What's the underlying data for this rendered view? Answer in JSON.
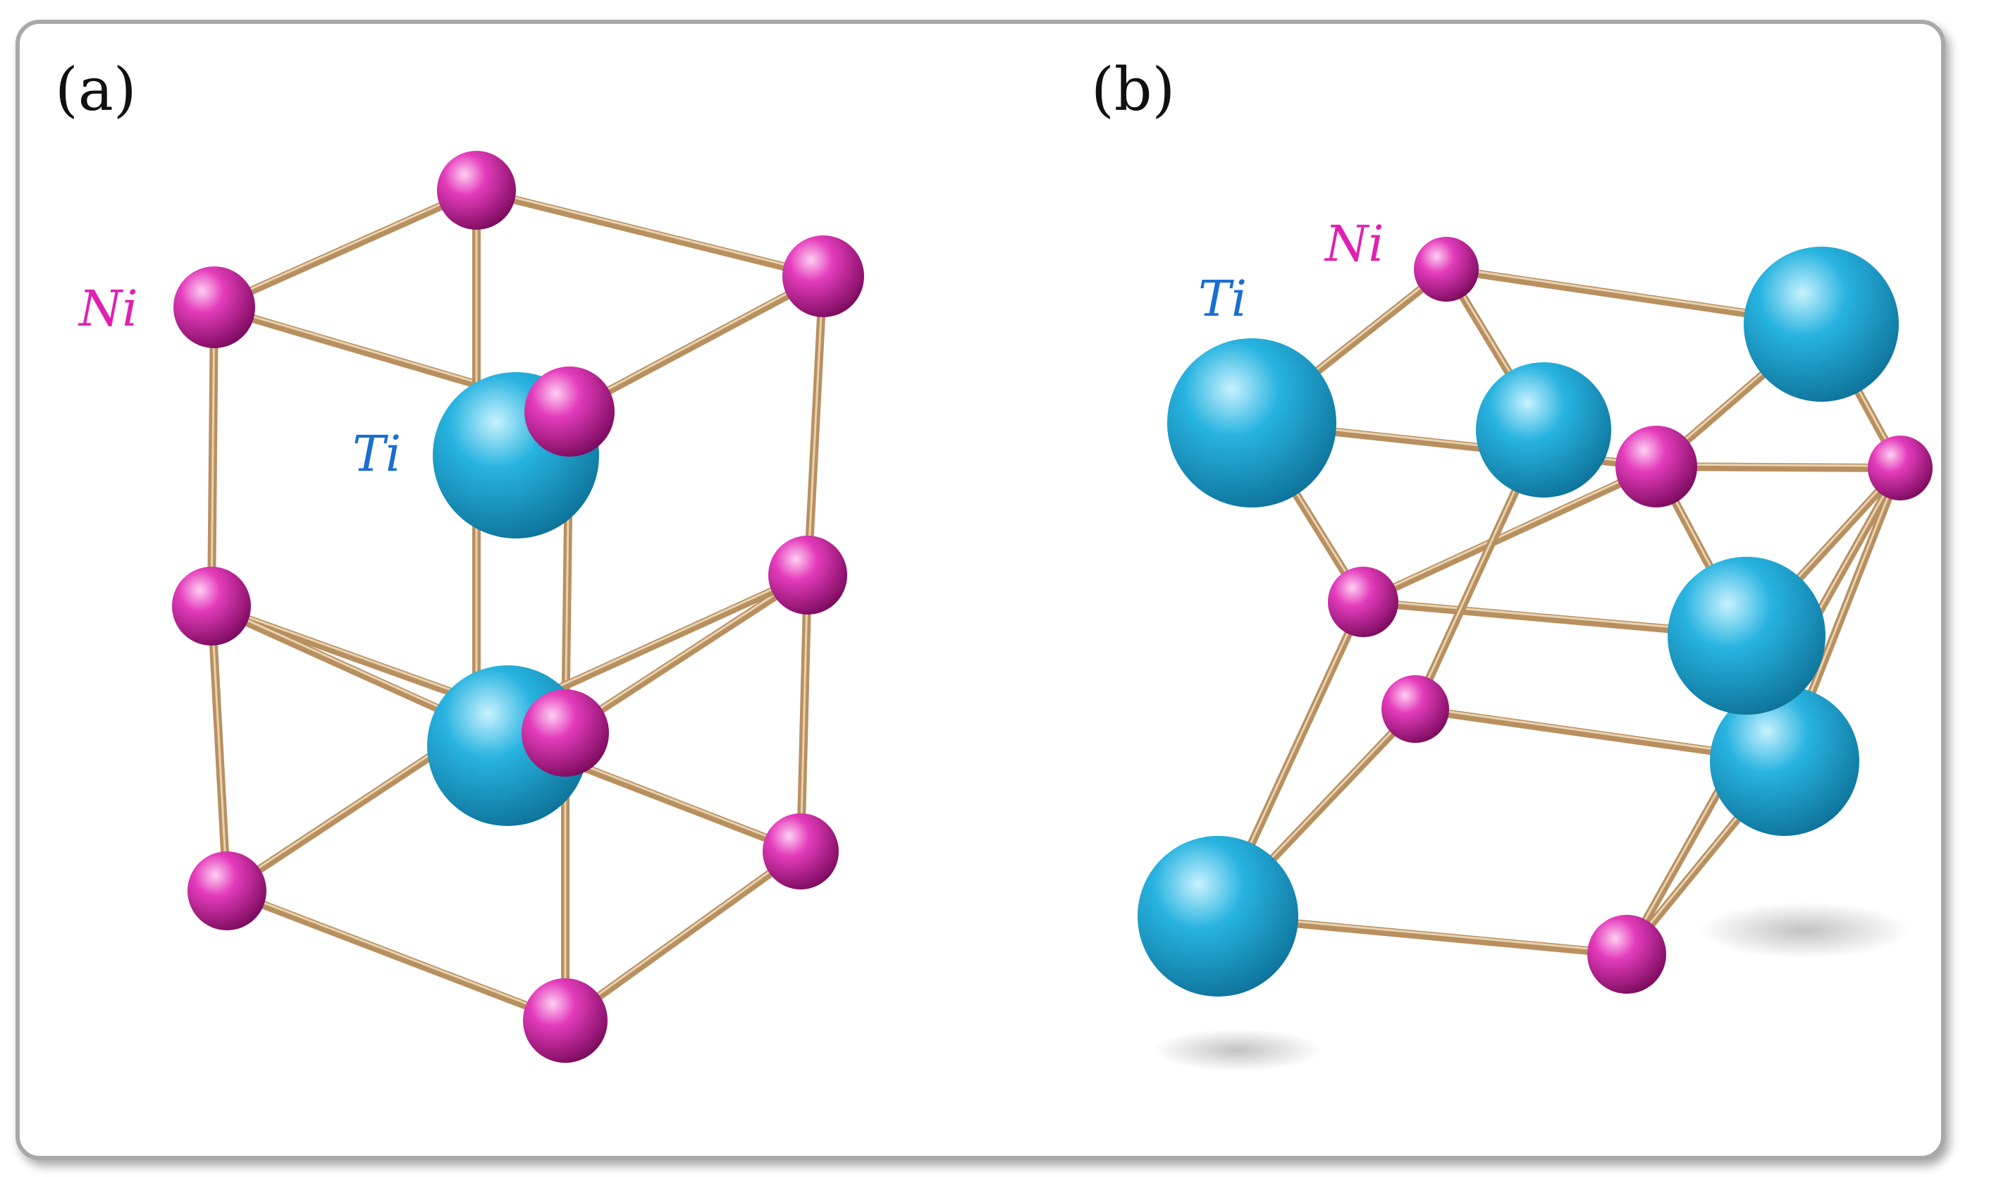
{
  "panels": {
    "a": {
      "label": "(a)"
    },
    "b": {
      "label": "(b)"
    }
  },
  "atom_labels": {
    "ni_a": "Ni",
    "ti_a": "Ti",
    "ni_b": "Ni",
    "ti_b": "Ti"
  },
  "colors": {
    "ni": "#e020b0",
    "ti": "#1aa0cc",
    "bond": "#b89060",
    "frame": "#a9a9a9"
  }
}
